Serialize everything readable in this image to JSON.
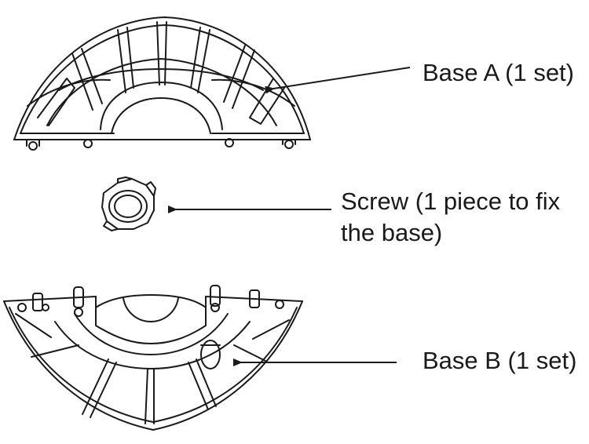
{
  "labels": {
    "base_a": "Base A (1 set)",
    "screw_line1": "Screw (1 piece to fix",
    "screw_line2": "the base)",
    "base_b": "Base B (1 set)"
  },
  "colors": {
    "ink": "#1a1a1a",
    "background": "#ffffff"
  }
}
